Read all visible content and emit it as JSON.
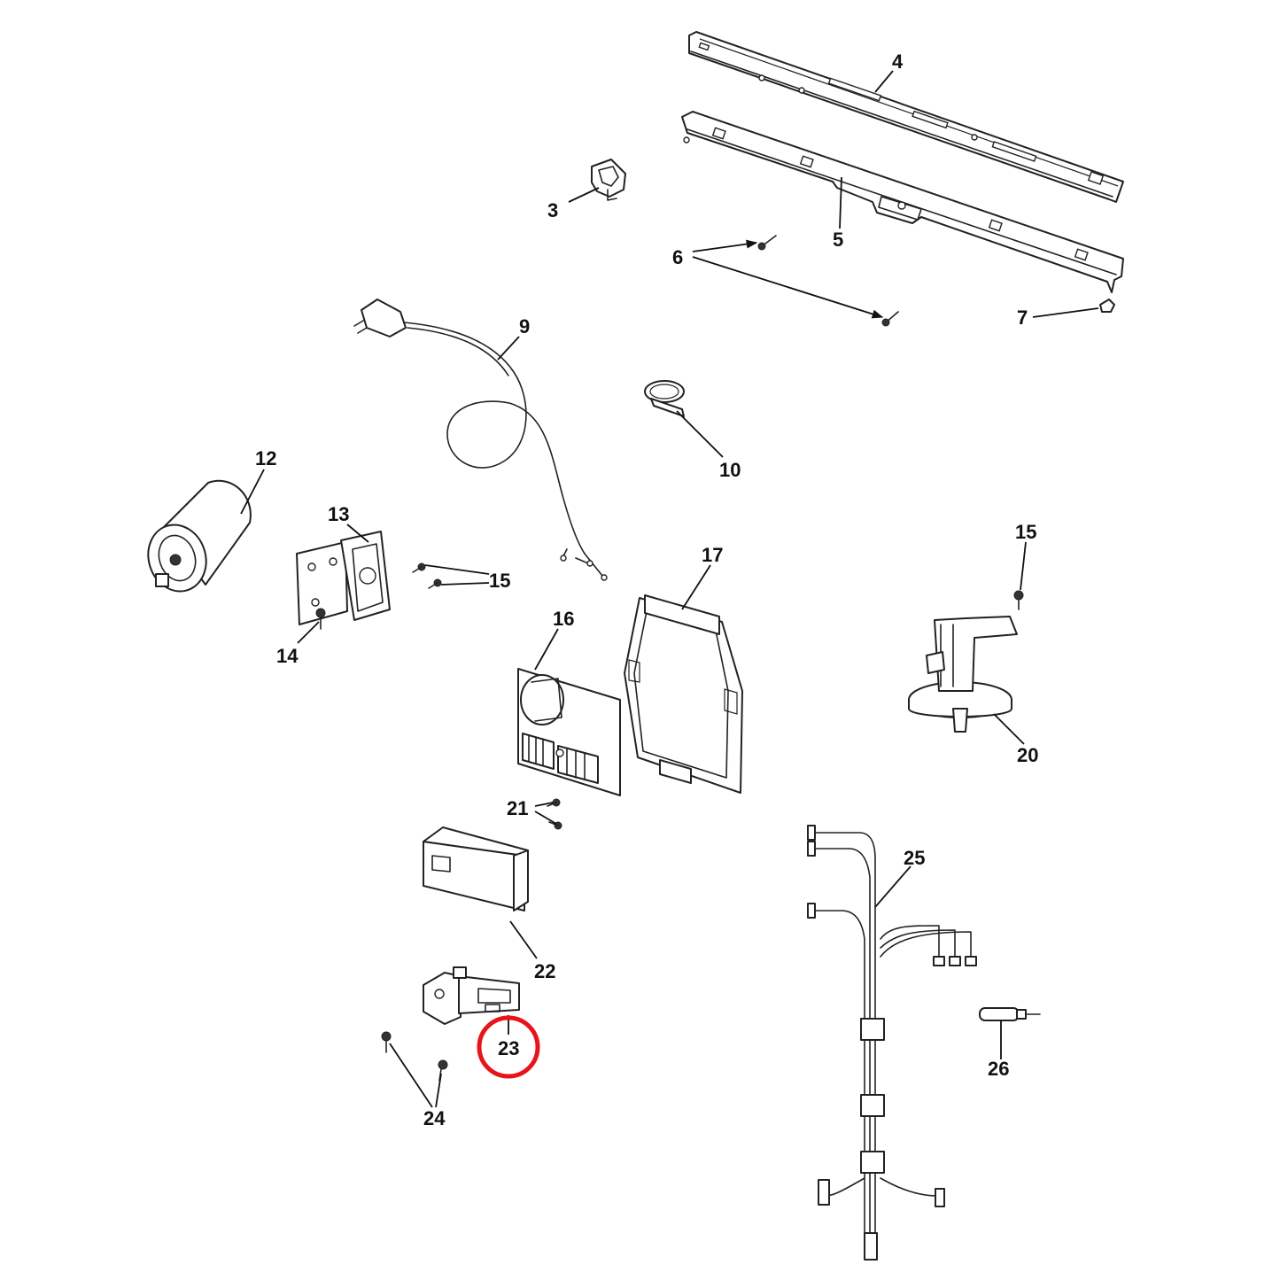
{
  "callouts": {
    "c3": "3",
    "c4": "4",
    "c5": "5",
    "c6": "6",
    "c7": "7",
    "c9": "9",
    "c10": "10",
    "c12": "12",
    "c13": "13",
    "c14": "14",
    "c15a": "15",
    "c15b": "15",
    "c16": "16",
    "c17": "17",
    "c20": "20",
    "c21": "21",
    "c22": "22",
    "c23": "23",
    "c24": "24",
    "c25": "25",
    "c26": "26"
  },
  "highlight": {
    "part": "23",
    "color": "#e8141b"
  }
}
